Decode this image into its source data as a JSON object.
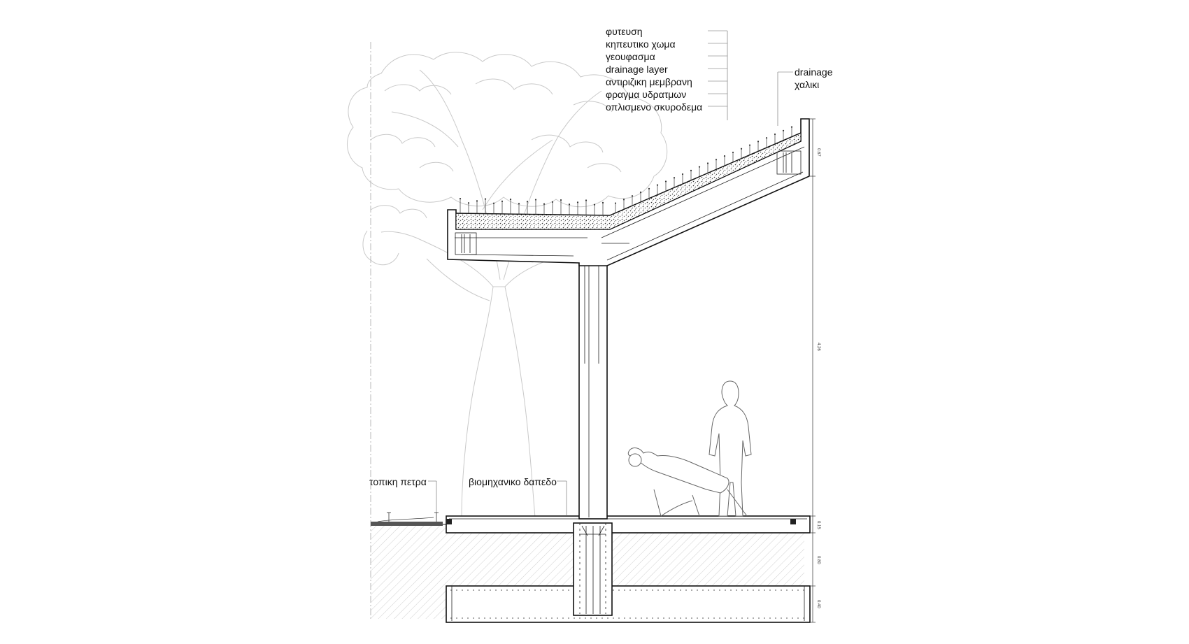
{
  "layers_legend": {
    "items": [
      "φυτευση",
      "κηπευτικο χωμα",
      "γεουφασμα",
      "drainage layer",
      "αντιριζικη μεμβρανη",
      "φραγμα υδρατμων",
      "οπλισμενο σκυροδεμα"
    ]
  },
  "labels": {
    "drainage_line1": "drainage",
    "drainage_line2": "χαλικι",
    "local_stone": "τοπικη πετρα",
    "industrial_floor": "βιομηχανικο δαπεδο"
  },
  "dimensions": {
    "roof_edge": "0.67",
    "column_height": "4.26",
    "floor_slab": "0.15",
    "beam_depth": "0.80",
    "footing": "0.40"
  }
}
